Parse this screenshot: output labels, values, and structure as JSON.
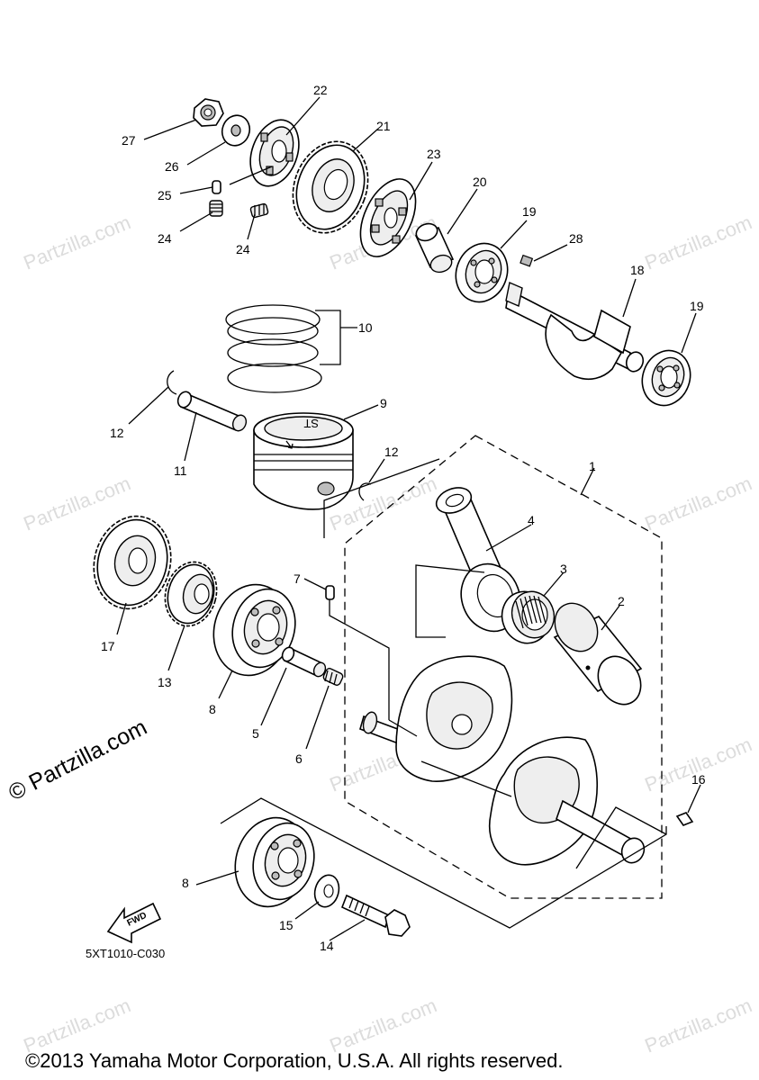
{
  "diagram_code": "5XT1010-C030",
  "copyright": "©2013 Yamaha Motor Corporation, U.S.A. All rights reserved.",
  "watermark": "© Partzilla.com",
  "watermark_short": "Partzilla.com",
  "fwd_label": "FWD",
  "piston_mark": "ST",
  "part_labels": {
    "p1": "1",
    "p2": "2",
    "p3": "3",
    "p4": "4",
    "p5": "5",
    "p6": "6",
    "p7": "7",
    "p8a": "8",
    "p8b": "8",
    "p9": "9",
    "p10": "10",
    "p11": "11",
    "p12a": "12",
    "p12b": "12",
    "p13": "13",
    "p14": "14",
    "p15": "15",
    "p16": "16",
    "p17": "17",
    "p18": "18",
    "p19a": "19",
    "p19b": "19",
    "p20": "20",
    "p21": "21",
    "p22": "22",
    "p23": "23",
    "p24a": "24",
    "p24b": "24",
    "p25": "25",
    "p26": "26",
    "p27": "27",
    "p28": "28"
  }
}
